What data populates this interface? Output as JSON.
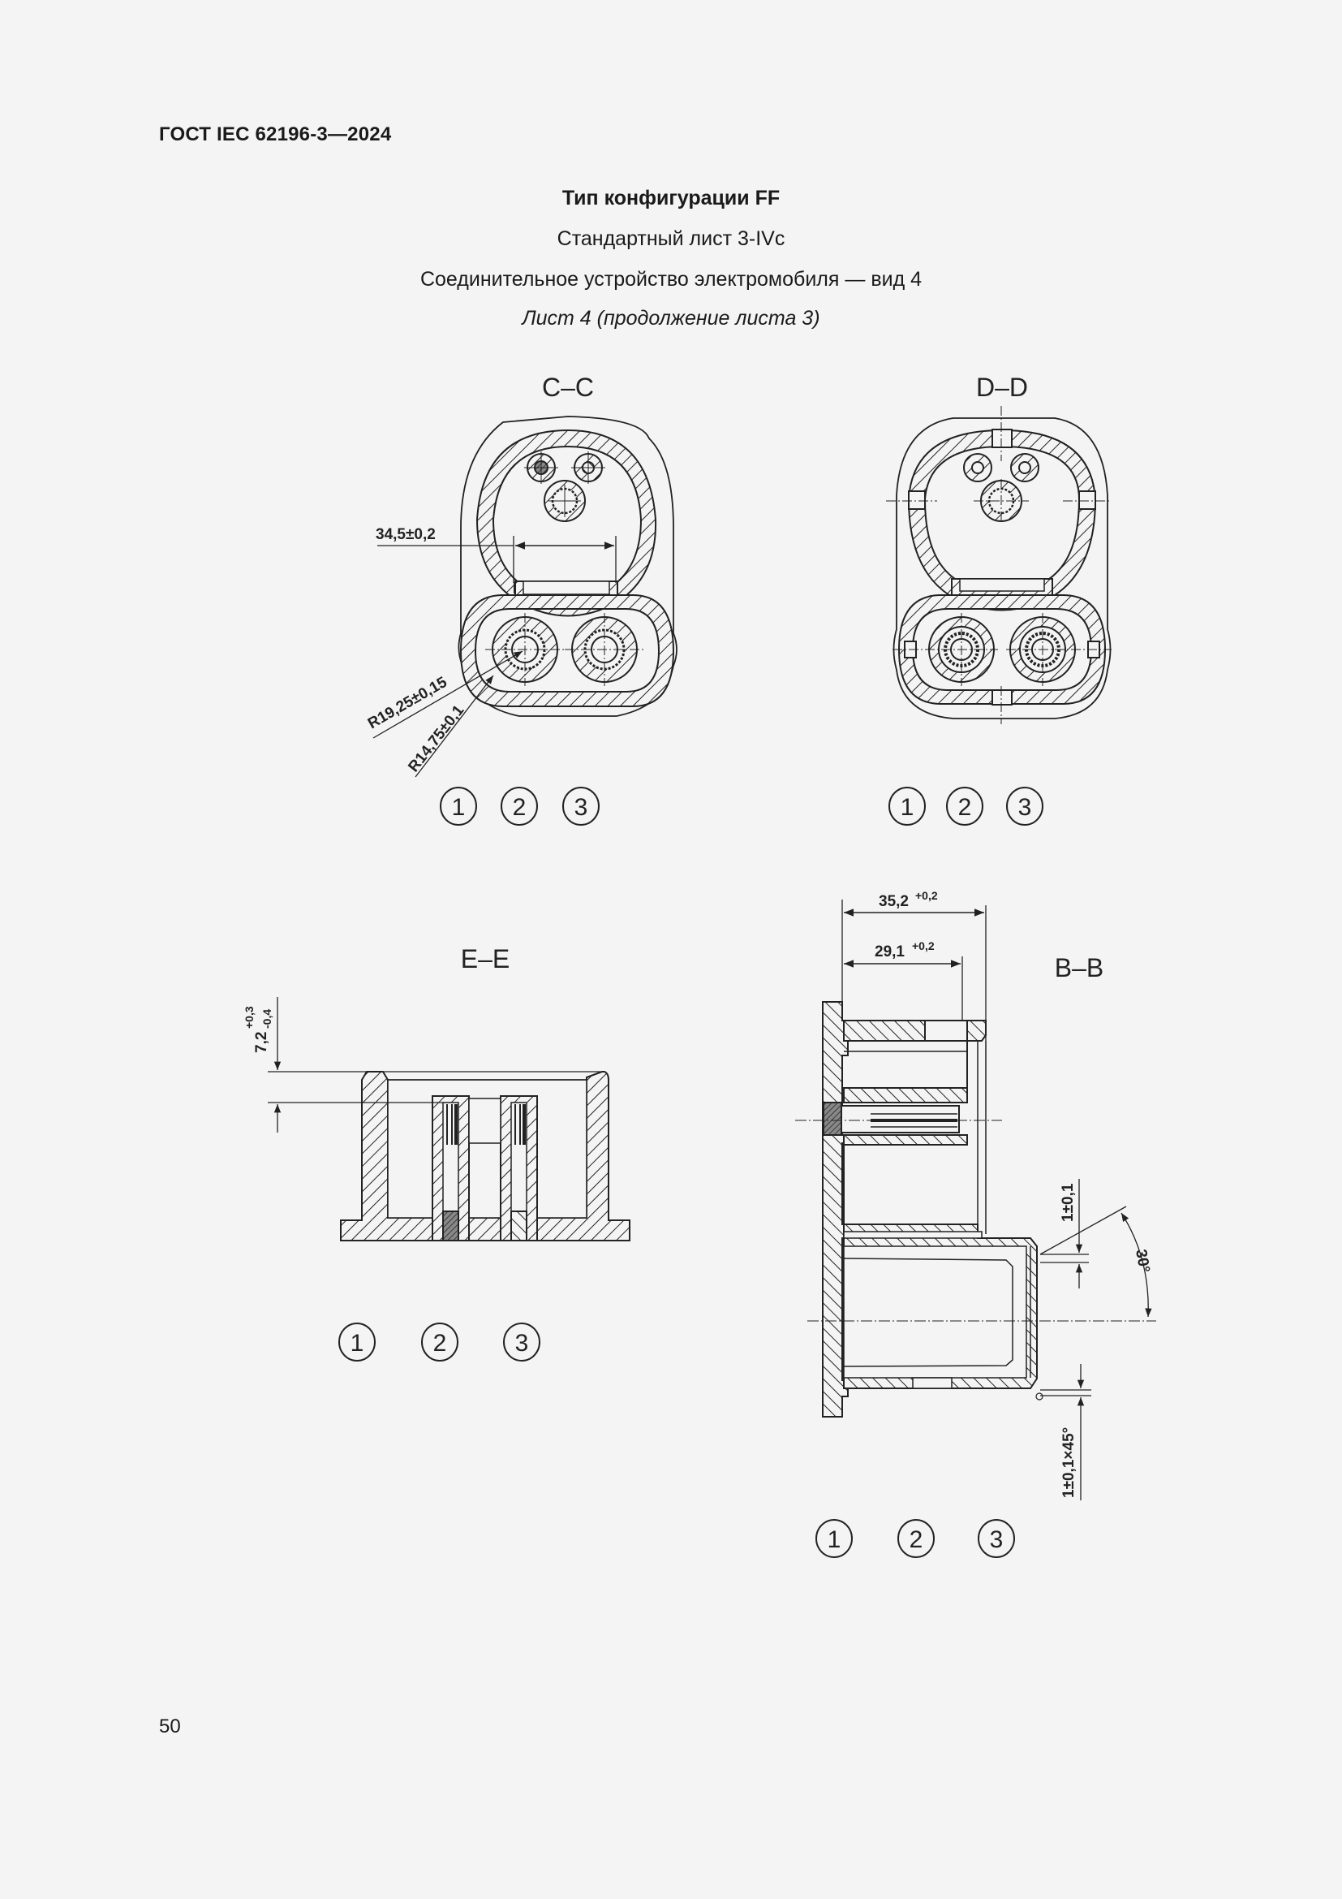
{
  "header": {
    "standard_code": "ГОСТ IEC 62196-3—2024"
  },
  "title": {
    "configuration_type": "Тип конфигурации FF",
    "standard_sheet": "Стандартный лист 3-IVc",
    "device": "Соединительное устройство электромобиля — вид 4",
    "continuation": "Лист 4 (продолжение листа 3)"
  },
  "sections": {
    "cc": {
      "label": "C–C",
      "dim_width": "34,5±0,2",
      "dim_r_outer": "R19,25±0,15",
      "dim_r_inner": "R14,75±0,1",
      "callouts": [
        "1",
        "2",
        "3"
      ]
    },
    "dd": {
      "label": "D–D",
      "callouts": [
        "1",
        "2",
        "3"
      ]
    },
    "ee": {
      "label": "E–E",
      "dim_depth_base": "7,2",
      "dim_depth_upper": "+0,3",
      "dim_depth_lower": "-0,4",
      "callouts": [
        "1",
        "2",
        "3"
      ]
    },
    "bb": {
      "label": "B–B",
      "dim_outer_base": "35,2",
      "dim_outer_tol": "+0,2",
      "dim_inner_base": "29,1",
      "dim_inner_tol": "+0,2",
      "dim_lip": "1±0,1",
      "dim_angle": "30°",
      "dim_chamfer": "1±0,1×45°",
      "callouts": [
        "1",
        "2",
        "3"
      ]
    }
  },
  "footer": {
    "page_number": "50"
  }
}
